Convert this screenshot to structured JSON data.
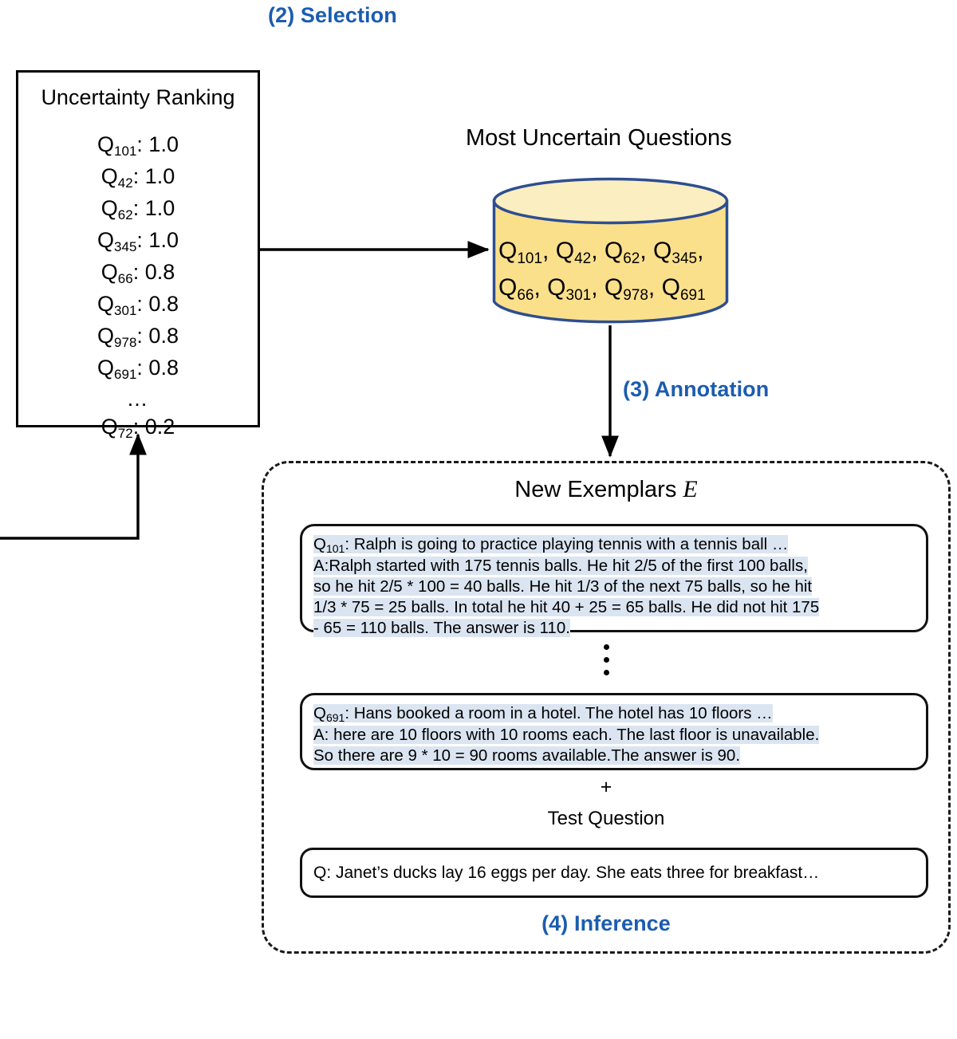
{
  "stages": {
    "selection": "(2) Selection",
    "annotation": "(3) Annotation",
    "inference": "(4) Inference"
  },
  "ranking_panel": {
    "title": "Uncertainty Ranking",
    "rows": [
      {
        "qid": "Q",
        "sub": "101",
        "sep": ": ",
        "score": "1.0"
      },
      {
        "qid": "Q",
        "sub": "42",
        "sep": ": ",
        "score": "1.0"
      },
      {
        "qid": "Q",
        "sub": "62",
        "sep": ": ",
        "score": "1.0"
      },
      {
        "qid": "Q",
        "sub": "345",
        "sep": ": ",
        "score": "1.0"
      },
      {
        "qid": "Q",
        "sub": "66",
        "sep": ": ",
        "score": "0.8"
      },
      {
        "qid": "Q",
        "sub": "301",
        "sep": ": ",
        "score": "0.8"
      },
      {
        "qid": "Q",
        "sub": "978",
        "sep": ": ",
        "score": "0.8"
      },
      {
        "qid": "Q",
        "sub": "691",
        "sep": ": ",
        "score": "0.8"
      }
    ],
    "ellipsis": "…",
    "last_row": {
      "qid": "Q",
      "sub": "72",
      "sep": ": ",
      "score": "0.2"
    }
  },
  "database": {
    "title": "Most Uncertain Questions",
    "line1": "Q101, Q42, Q62, Q345,",
    "line2": "Q66, Q301, Q978, Q691",
    "items_line1": [
      {
        "q": "Q",
        "sub": "101"
      },
      {
        "q": "Q",
        "sub": "42"
      },
      {
        "q": "Q",
        "sub": "62"
      },
      {
        "q": "Q",
        "sub": "345"
      }
    ],
    "items_line2": [
      {
        "q": "Q",
        "sub": "66"
      },
      {
        "q": "Q",
        "sub": "301"
      },
      {
        "q": "Q",
        "sub": "978"
      },
      {
        "q": "Q",
        "sub": "691"
      }
    ],
    "fill_color": "#fbe08c",
    "top_fill_color": "#fbeec0",
    "stroke_color": "#2e4e8f"
  },
  "inference_panel": {
    "title_text": "New Exemplars ",
    "title_symbol": "E",
    "plus": "+",
    "test_question_label": "Test Question",
    "test_question_text": "Q: Janet’s ducks lay 16 eggs per day. She eats three for breakfast…",
    "highlight_color": "#dbe5f1",
    "exemplars": [
      {
        "qid": "Q",
        "sub": "101",
        "lines": [
          "Q101: Ralph is going to practice playing tennis with a tennis ball …",
          "A:Ralph started with 175 tennis balls. He hit 2/5 of the first 100 balls,",
          "so he hit 2/5 * 100 = 40 balls. He hit 1/3 of the next 75 balls, so he hit",
          "1/3 * 75 = 25 balls. In total he hit 40 + 25 = 65 balls. He did not hit 175",
          "- 65 = 110 balls. The answer is 110."
        ],
        "line1_rest": ": Ralph is going to practice playing tennis with a tennis ball …",
        "line2": "A:Ralph started with 175 tennis balls. He hit 2/5 of the first 100 balls,",
        "line3": "so he hit 2/5 * 100 = 40 balls. He hit 1/3 of the next 75 balls, so he hit",
        "line4": "1/3 * 75 = 25 balls. In total he hit 40 + 25 = 65 balls. He did not hit 175",
        "line5": "- 65 = 110 balls. The answer is 110."
      },
      {
        "qid": "Q",
        "sub": "691",
        "lines": [
          "Q691: Hans booked a room in a hotel. The hotel has 10 floors …",
          "A: here are 10 floors with 10 rooms each. The last floor is unavailable.",
          "So there are 9 * 10 = 90 rooms available.The answer is 90."
        ],
        "line1_rest": ": Hans booked a room in a hotel. The hotel has 10 floors …",
        "line2": "A: here are 10 floors with 10 rooms each. The last floor is unavailable.",
        "line3": "So there are 9 * 10 = 90 rooms available.The answer is 90."
      }
    ]
  },
  "colors": {
    "accent_blue": "#1b5cb0",
    "stroke_black": "#000000",
    "db_fill": "#fbe08c",
    "db_stroke": "#2e4e8f",
    "text_highlight": "#dbe5f1"
  }
}
